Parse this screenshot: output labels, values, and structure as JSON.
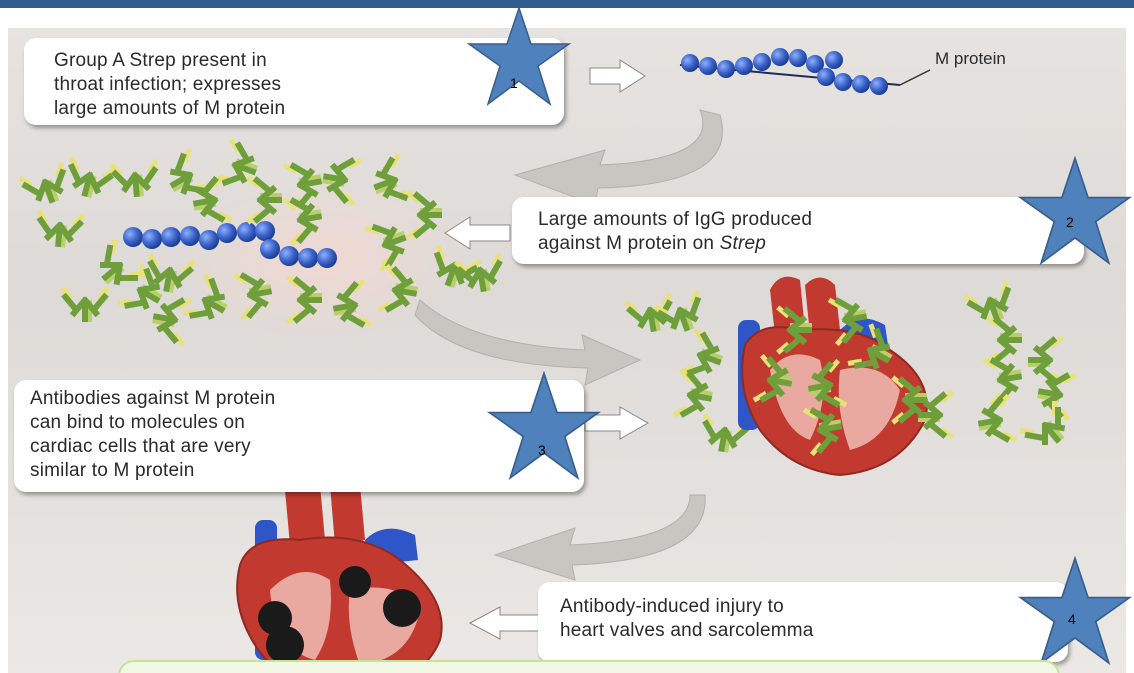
{
  "callouts": {
    "box1": {
      "line1": "Group A Strep present in",
      "line2": "throat infection; expresses",
      "line3": "large amounts of M protein"
    },
    "box2": {
      "line1": "Large amounts of IgG produced",
      "line2_prefix": "against M protein on ",
      "line2_italic": "Strep"
    },
    "box3": {
      "line1": "Antibodies against M protein",
      "line2": "can bind to molecules on",
      "line3": "cardiac cells that are very",
      "line4": "similar to M protein"
    },
    "box4": {
      "line1": "Antibody-induced injury to",
      "line2": "heart valves and sarcolemma"
    }
  },
  "labels": {
    "m_protein": "M protein"
  },
  "step_stars": [
    "1",
    "2",
    "3",
    "4"
  ],
  "colors": {
    "star_fill": "#4f81bd",
    "star_stroke": "#385d8a",
    "strep_bead": "#3a63c9",
    "antibody_green": "#6f9f3a",
    "antibody_yellow": "#e9e27a",
    "heart_red": "#c23a2f",
    "vessel_blue": "#2e56c9",
    "lesion": "#1a1a1a",
    "arrow_gray": "#c9c6c2"
  },
  "icons": [
    "star-icon",
    "antibody-icon",
    "strep-chain-icon",
    "heart-icon",
    "arrow-icon"
  ]
}
